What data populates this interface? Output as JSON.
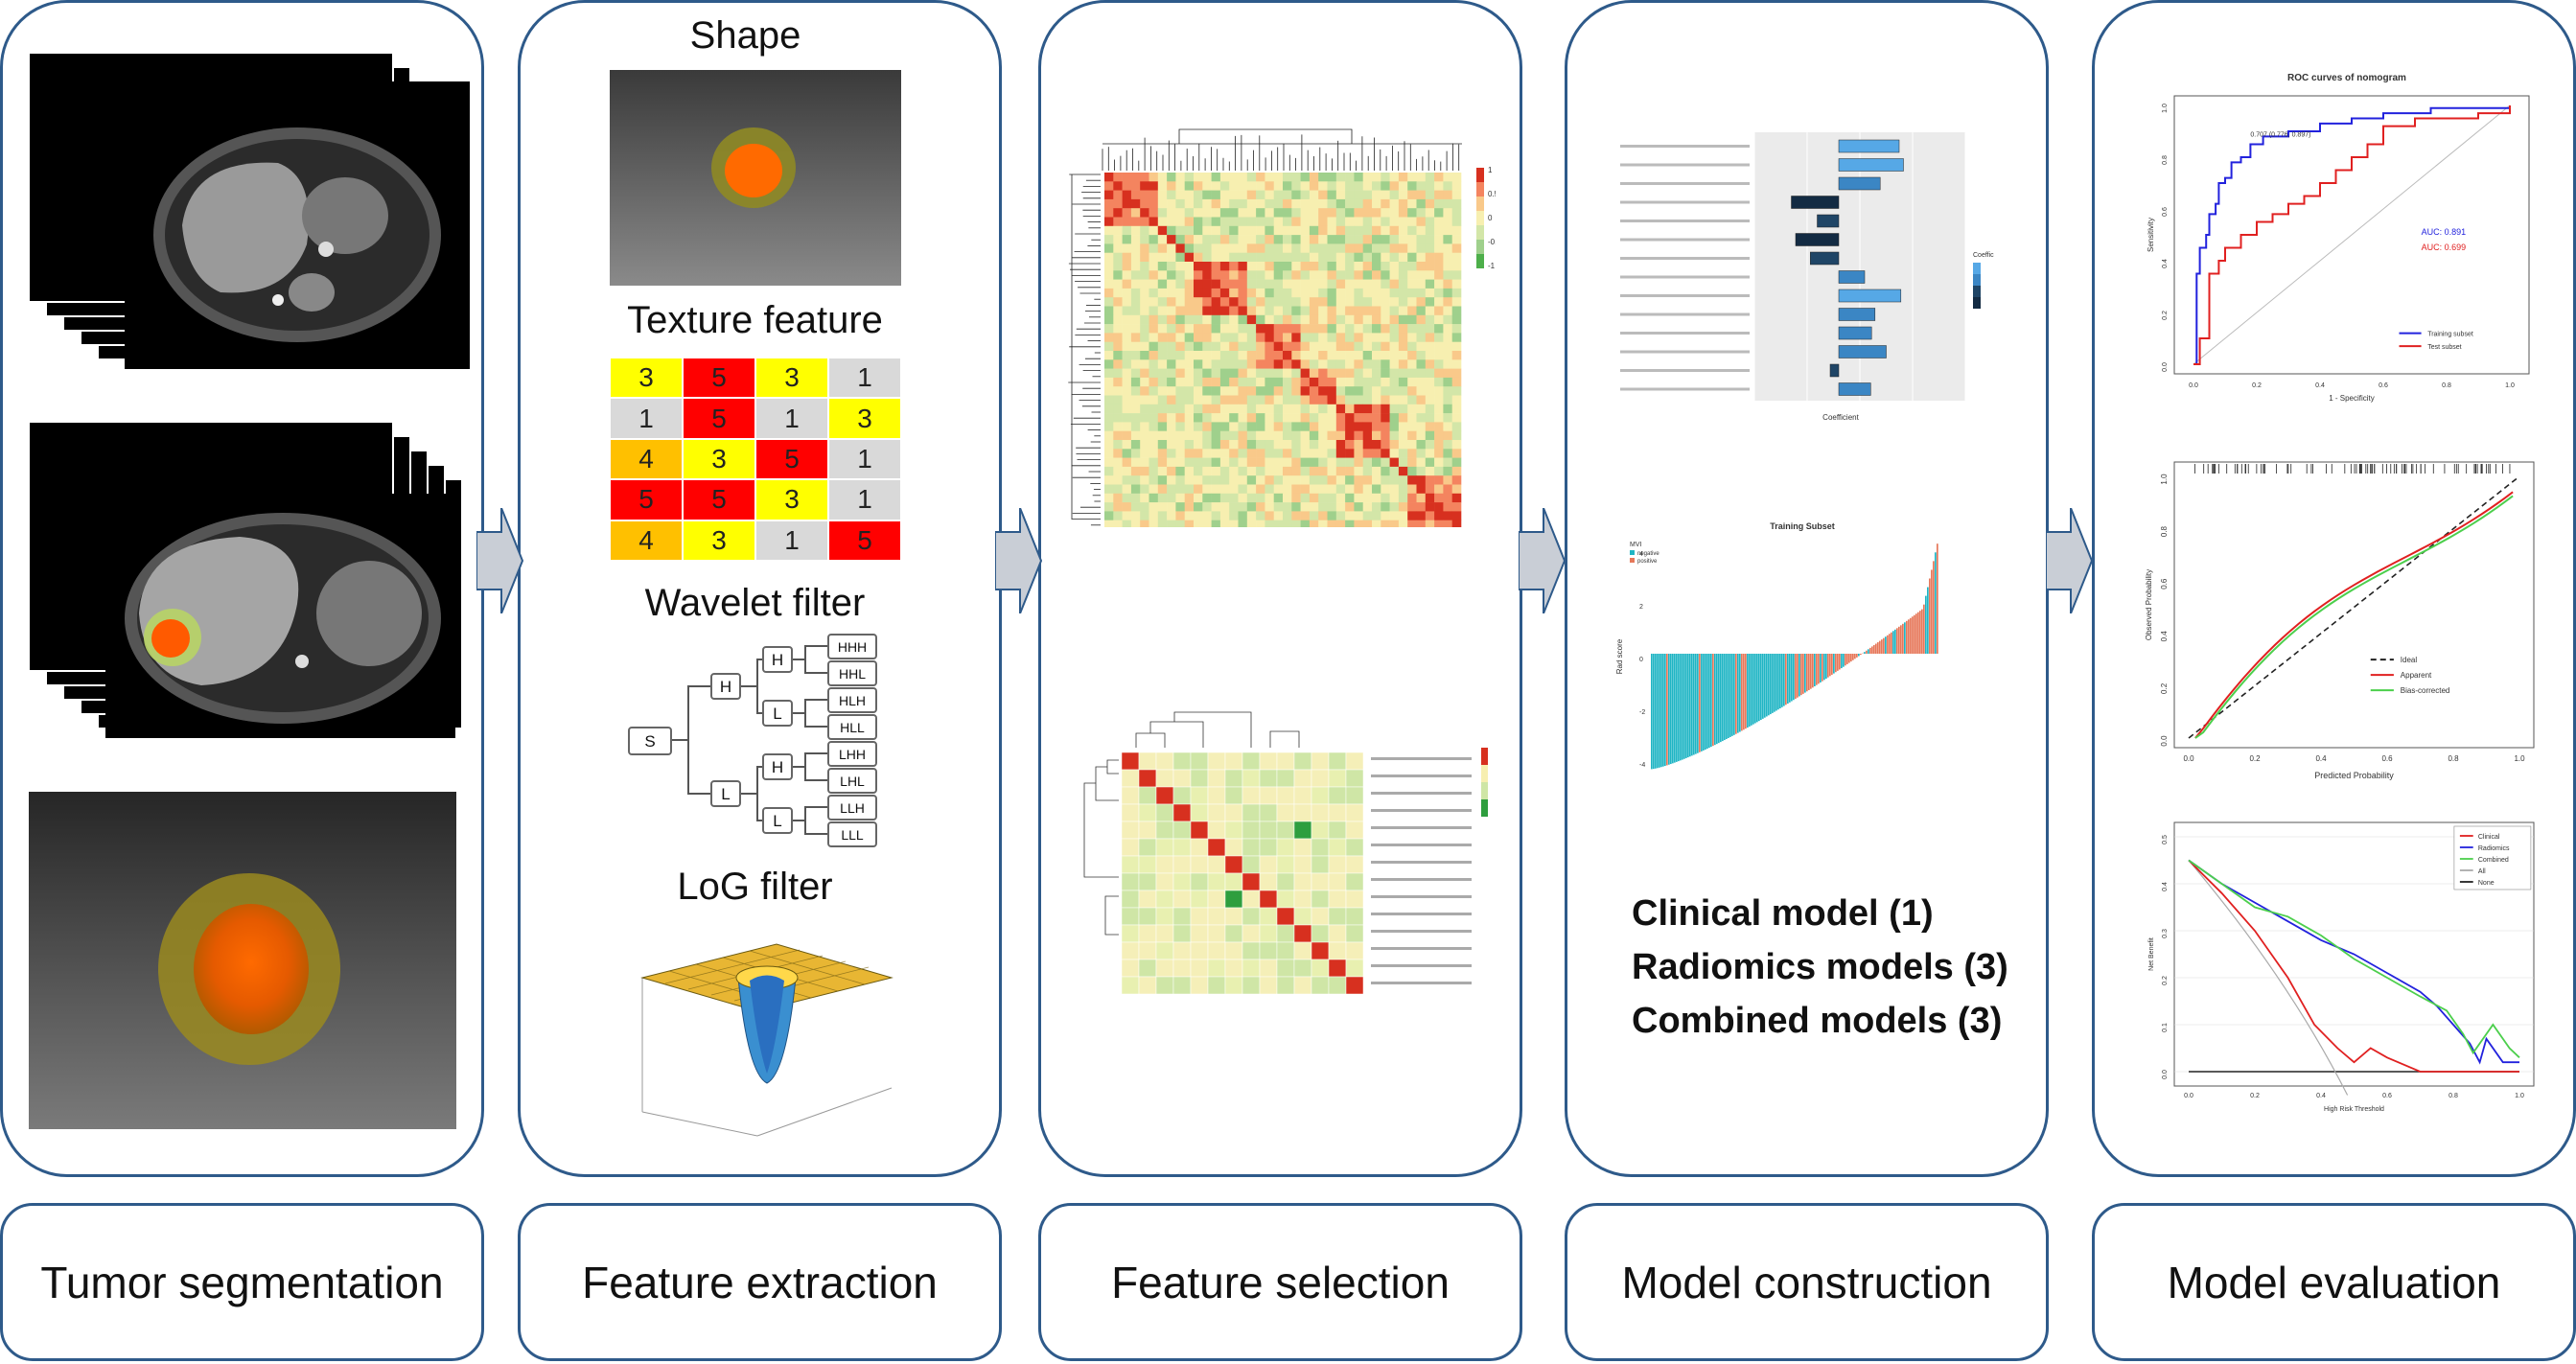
{
  "stages": [
    {
      "id": "segmentation",
      "label": "Tumor segmentation"
    },
    {
      "id": "extraction",
      "label": "Feature extraction"
    },
    {
      "id": "selection",
      "label": "Feature selection"
    },
    {
      "id": "construction",
      "label": "Model construction"
    },
    {
      "id": "evaluation",
      "label": "Model evaluation"
    }
  ],
  "extraction": {
    "shape_title": "Shape",
    "texture_title": "Texture feature",
    "wavelet_title": "Wavelet filter",
    "log_title": "LoG filter",
    "texture_grid": [
      [
        "3",
        "5",
        "3",
        "1"
      ],
      [
        "1",
        "5",
        "1",
        "3"
      ],
      [
        "4",
        "3",
        "5",
        "1"
      ],
      [
        "5",
        "5",
        "3",
        "1"
      ],
      [
        "4",
        "3",
        "1",
        "5"
      ]
    ],
    "texture_colors": {
      "1": "#d9d9d9",
      "3": "#ffff00",
      "4": "#ffc000",
      "5": "#ff0000"
    },
    "wavelet_nodes": {
      "root": "S",
      "l1": [
        "H",
        "L"
      ],
      "l2": [
        "H",
        "L",
        "H",
        "L"
      ],
      "leaves": [
        "HHH",
        "HHL",
        "HLH",
        "HLL",
        "LHH",
        "LHL",
        "LLH",
        "LLL"
      ]
    }
  },
  "construction": {
    "models": [
      "Clinical model (1)",
      "Radiomics models (3)",
      "Combined models (3)"
    ],
    "coef_legend_title": "Coefficient",
    "coef_xlabel": "Coefficient",
    "rad_title": "Training Subset",
    "rad_ylabel": "Rad score",
    "rad_legend_title": "MVI",
    "rad_legend": [
      "negative",
      "positive"
    ]
  },
  "evaluation": {
    "roc": {
      "title": "ROC curves of nomogram",
      "xlabel": "1 - Specificity",
      "ylabel": "Sensitivity",
      "auc_train": "AUC: 0.891",
      "auc_test": "AUC: 0.699",
      "cutoff": "0.707 (0.776, 0.897)",
      "legend": [
        "Training subset",
        "Test subset"
      ],
      "xticks": [
        "0.0",
        "0.2",
        "0.4",
        "0.6",
        "0.8",
        "1.0"
      ],
      "yticks": [
        "0.0",
        "0.2",
        "0.4",
        "0.6",
        "0.8",
        "1.0"
      ]
    },
    "calibration": {
      "xlabel": "Predicted Probability",
      "ylabel": "Observed Probability",
      "legend": [
        "Ideal",
        "Apparent",
        "Bias-corrected"
      ],
      "xticks": [
        "0.0",
        "0.2",
        "0.4",
        "0.6",
        "0.8",
        "1.0"
      ],
      "yticks": [
        "0.0",
        "0.2",
        "0.4",
        "0.6",
        "0.8",
        "1.0"
      ]
    },
    "dca": {
      "xlabel": "High Risk Threshold",
      "ylabel": "Net Benefit",
      "legend": [
        "Clinical",
        "Radiomics",
        "Combined",
        "All",
        "None"
      ],
      "xticks": [
        "0.0",
        "0.2",
        "0.4",
        "0.6",
        "0.8",
        "1.0"
      ],
      "yticks": [
        "0.0",
        "0.1",
        "0.2",
        "0.3",
        "0.4",
        "0.5"
      ]
    }
  },
  "colors": {
    "border": "#2e5a8a",
    "arrow": "#c9ced6"
  }
}
